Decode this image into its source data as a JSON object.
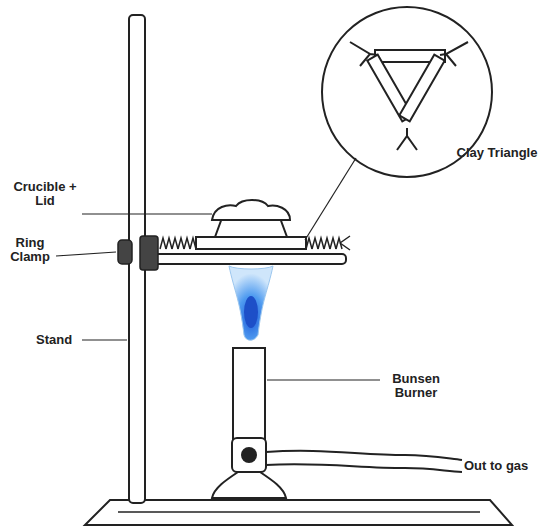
{
  "diagram": {
    "labels": [
      "Clay Triangle",
      "Crucible + Lid",
      "Ring Clamp",
      "Stand",
      "Bunsen Burner",
      "Out to gas"
    ]
  }
}
